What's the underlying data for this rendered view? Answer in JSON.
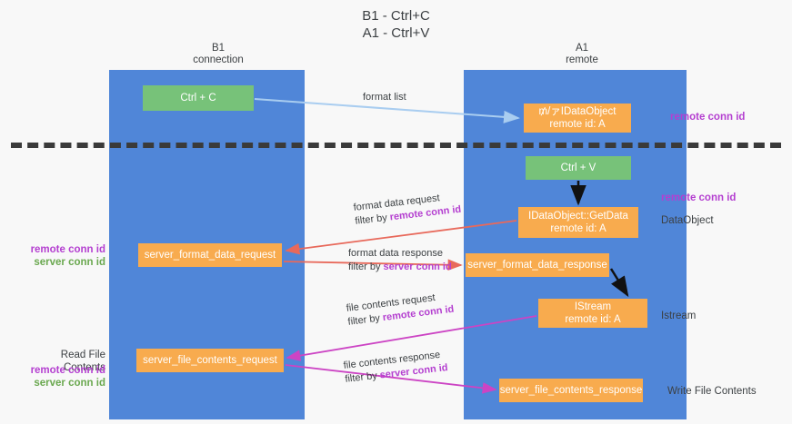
{
  "title": {
    "line1": "B1 - Ctrl+C",
    "line2": "A1 - Ctrl+V"
  },
  "columns": {
    "left": {
      "name": "B1",
      "role": "connection"
    },
    "right": {
      "name": "A1",
      "role": "remote"
    }
  },
  "nodes": {
    "ctrl_c": {
      "line1": "Ctrl + C",
      "line2": "",
      "color": "#77c279"
    },
    "idataobject": {
      "line1": "₥/ァIDataObject",
      "line2": "remote id: A",
      "color": "#f8ab4e"
    },
    "ctrl_v": {
      "line1": "Ctrl + V",
      "line2": "",
      "color": "#77c279"
    },
    "getdata": {
      "line1": "IDataObject::GetData",
      "line2": "remote id: A",
      "color": "#f8ab4e"
    },
    "server_format_data_request": {
      "line1": "server_format_data_request",
      "line2": "",
      "color": "#f8ab4e"
    },
    "server_format_data_response": {
      "line1": "server_format_data_response",
      "line2": "",
      "color": "#f8ab4e"
    },
    "istream": {
      "line1": "IStream",
      "line2": "remote id: A",
      "color": "#f8ab4e"
    },
    "server_file_contents_request": {
      "line1": "server_file_contents_request",
      "line2": "",
      "color": "#f8ab4e"
    },
    "server_file_contents_response": {
      "line1": "server_file_contents_response",
      "line2": "",
      "color": "#f8ab4e"
    }
  },
  "edges": {
    "format_list": {
      "label": "format list",
      "color": "#a9cdf0"
    },
    "format_data_request": {
      "label": "format data request",
      "filter_prefix": "filter by ",
      "filter_key": "remote conn id",
      "color": "#e8695b"
    },
    "format_data_response": {
      "label": "format data response",
      "filter_prefix": "filter by ",
      "filter_key": "server conn id",
      "color": "#e8695b"
    },
    "file_contents_request": {
      "label": "file contents request",
      "filter_prefix": "filter by ",
      "filter_key": "remote conn id",
      "color": "#cc44c4"
    },
    "file_contents_response": {
      "label": "file contents response",
      "filter_prefix": "filter by ",
      "filter_key": "server conn id",
      "color": "#cc44c4"
    }
  },
  "annotations": {
    "remote_conn_id_top": "remote conn id",
    "remote_conn_id_mid": "remote conn id",
    "dataobject": "DataObject",
    "istream": "Istream",
    "write_file_contents": "Write File Contents",
    "read_file_contents": "Read File Contents",
    "remote_conn_id": "remote conn id",
    "server_conn_id": "server conn id"
  },
  "colors": {
    "lane": "#5086d8",
    "green_node": "#77c279",
    "orange_node": "#f8ab4e",
    "purple_text": "#b43fd0",
    "green_text": "#6aa84f",
    "divider": "#3a3a3a",
    "background": "#f8f8f8"
  }
}
